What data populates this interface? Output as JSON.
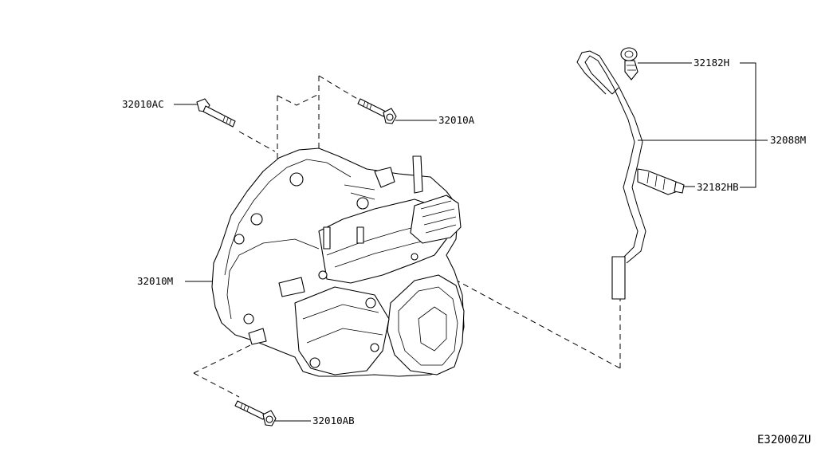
{
  "callouts": {
    "bolt_ac": "32010AC",
    "bolt_a": "32010A",
    "transmission": "32010M",
    "bolt_ab": "32010AB",
    "clamp_h": "32182H",
    "hose": "32088M",
    "clamp_hb": "32182HB"
  },
  "diagram_code": "E32000ZU"
}
